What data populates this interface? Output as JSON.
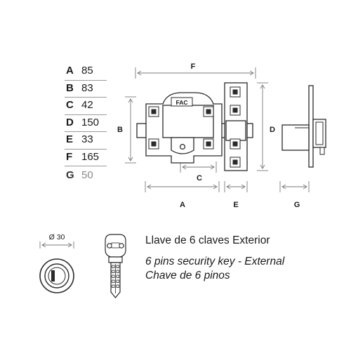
{
  "dimensions": [
    {
      "key": "A",
      "value": "85"
    },
    {
      "key": "B",
      "value": "83"
    },
    {
      "key": "C",
      "value": "42"
    },
    {
      "key": "D",
      "value": "150"
    },
    {
      "key": "E",
      "value": "33"
    },
    {
      "key": "F",
      "value": "165"
    },
    {
      "key": "G",
      "value": "50"
    }
  ],
  "drawing_labels": {
    "F": "F",
    "B": "B",
    "D": "D",
    "C": "C",
    "A": "A",
    "E": "E",
    "G": "G",
    "diameter": "Ø 30",
    "brand": "FAC"
  },
  "captions": {
    "es": "Llave de 6 claves Exterior",
    "en": "6 pins security key - External",
    "pt": "Chave de 6 pinos"
  },
  "colors": {
    "line": "#2a2a2a",
    "dim_line": "#7a7a7a",
    "muted_value": "#8a8a8a"
  }
}
